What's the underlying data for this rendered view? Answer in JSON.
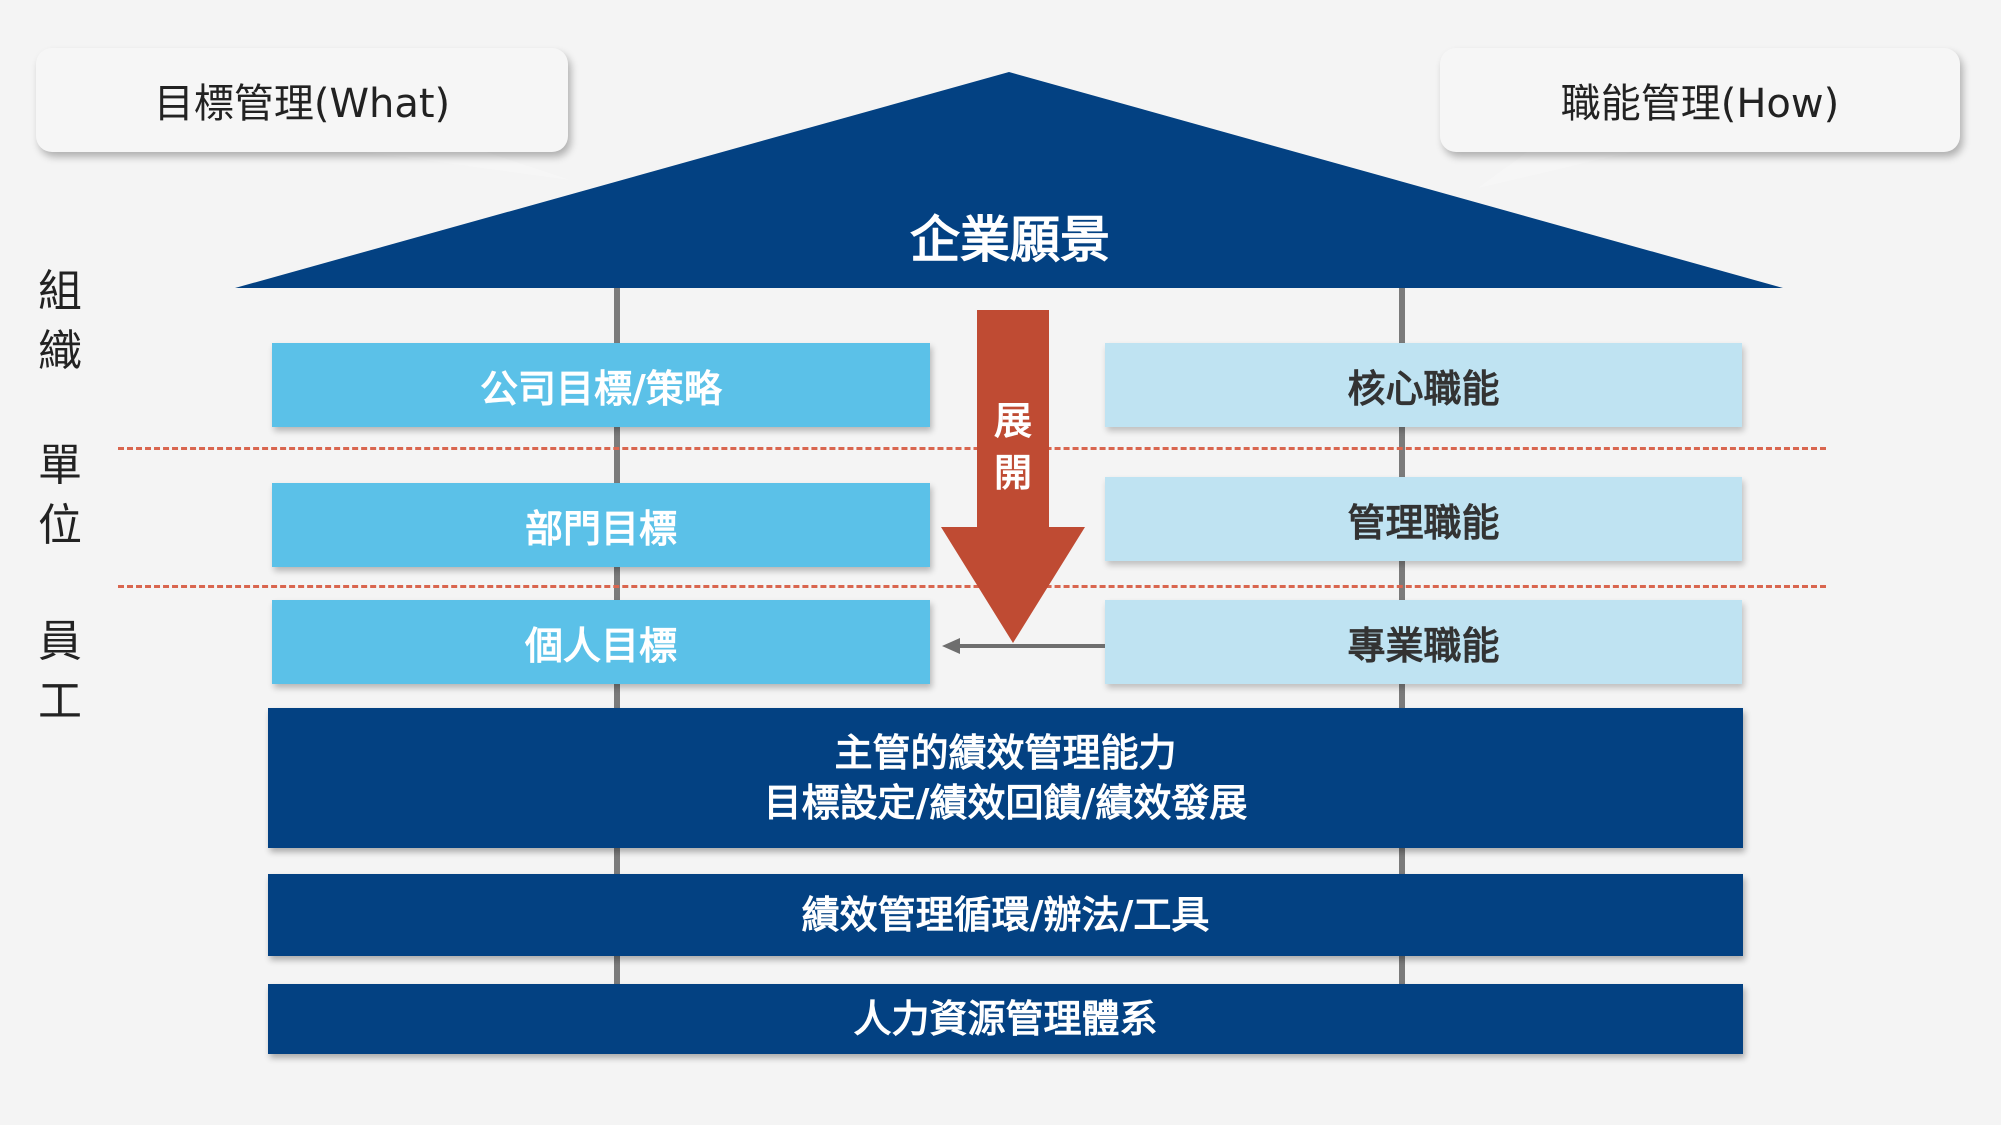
{
  "callouts": {
    "left": "目標管理(What)",
    "right": "職能管理(How)"
  },
  "roof": {
    "title": "企業願景"
  },
  "side_labels": [
    "組\n織",
    "單\n位",
    "員\n工"
  ],
  "left_boxes": [
    "公司目標/策略",
    "部門目標",
    "個人目標"
  ],
  "right_boxes": [
    "核心職能",
    "管理職能",
    "專業職能"
  ],
  "arrow": {
    "label": "展\n開"
  },
  "foundation": {
    "bar1_line1": "主管的績效管理能力",
    "bar1_line2": "目標設定/績效回饋/績效發展",
    "bar2": "績效管理循環/辦法/工具",
    "bar3": "人力資源管理體系"
  },
  "colors": {
    "navy": "#034182",
    "light_blue": "#5bc1e8",
    "pale_blue": "#bfe3f2",
    "arrow_red": "#bf4b33",
    "dash_red": "#d9664f"
  }
}
